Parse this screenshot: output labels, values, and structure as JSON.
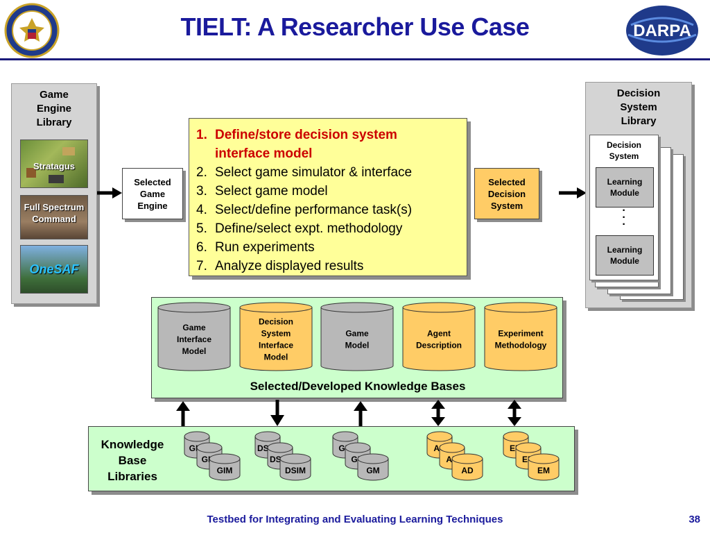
{
  "title": "TIELT: A Researcher Use Case",
  "logos": {
    "left": "navy-research-laboratory-seal",
    "right_text": "DARPA"
  },
  "game_engine_library": {
    "title_lines": [
      "Game",
      "Engine",
      "Library"
    ],
    "items": [
      "Stratagus",
      "Full Spectrum Command",
      "OneSAF"
    ]
  },
  "selected_game_engine": {
    "lines": [
      "Selected",
      "Game",
      "Engine"
    ]
  },
  "selected_decision_system": {
    "lines": [
      "Selected",
      "Decision",
      "System"
    ]
  },
  "steps": [
    {
      "num": "1.",
      "text": "Define/store decision system",
      "text2": "interface model"
    },
    {
      "num": "2.",
      "text": "Select game simulator & interface"
    },
    {
      "num": "3.",
      "text": "Select game model"
    },
    {
      "num": "4.",
      "text": "Select/define performance task(s)"
    },
    {
      "num": "5.",
      "text": "Define/select expt. methodology"
    },
    {
      "num": "6.",
      "text": "Run experiments"
    },
    {
      "num": "7.",
      "text": "Analyze displayed results"
    }
  ],
  "decision_system_library": {
    "title_lines": [
      "Decision",
      "System",
      "Library"
    ],
    "card_title_lines": [
      "Decision",
      "System"
    ],
    "module_lines": [
      "Learning",
      "Module"
    ],
    "ellipsis": "·\n·\n·"
  },
  "knowledge_bases": {
    "label": "Selected/Developed Knowledge Bases",
    "cylinders": [
      {
        "lines": [
          "Game",
          "Interface",
          "Model"
        ],
        "color": "#b8b8b8"
      },
      {
        "lines": [
          "Decision",
          "System",
          "Interface",
          "Model"
        ],
        "color": "#ffcc66"
      },
      {
        "lines": [
          "Game",
          "Model"
        ],
        "color": "#b8b8b8"
      },
      {
        "lines": [
          "Agent",
          "Description"
        ],
        "color": "#ffcc66"
      },
      {
        "lines": [
          "Experiment",
          "Methodology"
        ],
        "color": "#ffcc66"
      }
    ]
  },
  "knowledge_base_libraries": {
    "label_lines": [
      "Knowledge",
      "Base",
      "Libraries"
    ],
    "groups": [
      {
        "front": "GIM",
        "back": [
          "GIM",
          "GIM"
        ],
        "color": "#b8b8b8"
      },
      {
        "front": "DSIM",
        "back": [
          "DSIM",
          "DSIM"
        ],
        "color": "#b8b8b8"
      },
      {
        "front": "GM",
        "back": [
          "GM",
          "GM"
        ],
        "color": "#b8b8b8"
      },
      {
        "front": "AD",
        "back": [
          "AD",
          "AD"
        ],
        "color": "#ffcc66"
      },
      {
        "front": "EM",
        "back": [
          "EM",
          "EM"
        ],
        "color": "#ffcc66"
      }
    ]
  },
  "footer": "Testbed for Integrating and Evaluating Learning Techniques",
  "page_number": "38",
  "colors": {
    "title_blue": "#1a1a9c",
    "steps_bg": "#ffff99",
    "highlight_red": "#cc0000",
    "kb_green": "#ccffcc",
    "orange": "#ffcc66",
    "grey": "#b8b8b8"
  }
}
